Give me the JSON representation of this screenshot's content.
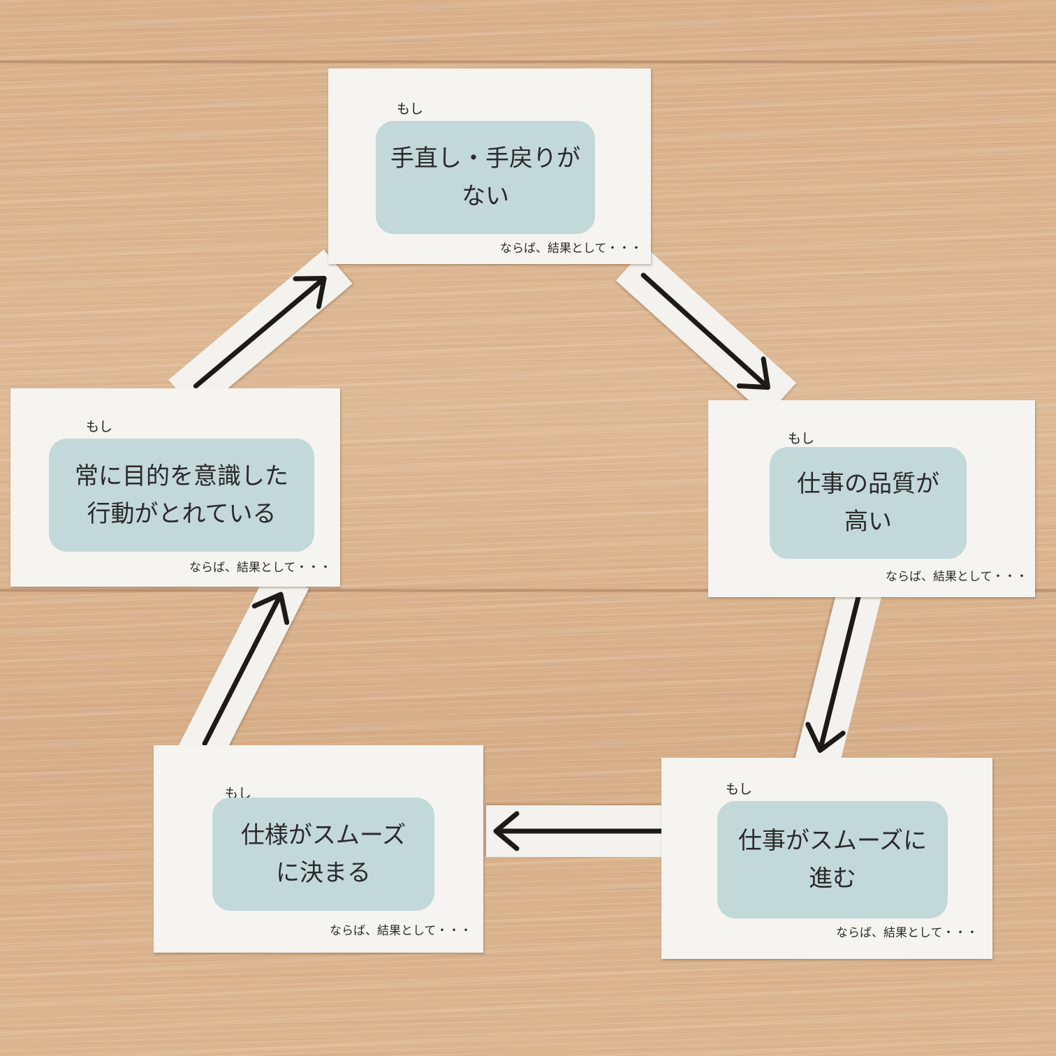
{
  "cards": {
    "top": {
      "moshi": "もし",
      "lines": [
        "手直し・手戻りが",
        "ない"
      ],
      "footer": "ならば、結果として・・・"
    },
    "right": {
      "moshi": "もし",
      "lines": [
        "仕事の品質が",
        "高い"
      ],
      "footer": "ならば、結果として・・・"
    },
    "bottom_right": {
      "moshi": "もし",
      "lines": [
        "仕事がスムーズに",
        "進む"
      ],
      "footer": "ならば、結果として・・・"
    },
    "bottom_left": {
      "moshi": "もし",
      "lines": [
        "仕様がスムーズ",
        "に決まる"
      ],
      "footer": "ならば、結果として・・・"
    },
    "left": {
      "moshi": "もし",
      "lines": [
        "常に目的を意識した",
        "行動がとれている"
      ],
      "footer": "ならば、結果として・・・"
    }
  },
  "arrows": [
    {
      "from": "top",
      "to": "right",
      "icon": "arrow-icon"
    },
    {
      "from": "right",
      "to": "bottom_right",
      "icon": "arrow-icon"
    },
    {
      "from": "bottom_right",
      "to": "bottom_left",
      "icon": "arrow-icon"
    },
    {
      "from": "bottom_left",
      "to": "left",
      "icon": "arrow-icon"
    },
    {
      "from": "left",
      "to": "top",
      "icon": "arrow-icon"
    }
  ],
  "colors": {
    "wood": "#d9b28d",
    "card": "#f5f4f0",
    "panel": "#c3d8d9",
    "text": "#2a2a2a",
    "arrow": "#1e1a17"
  }
}
